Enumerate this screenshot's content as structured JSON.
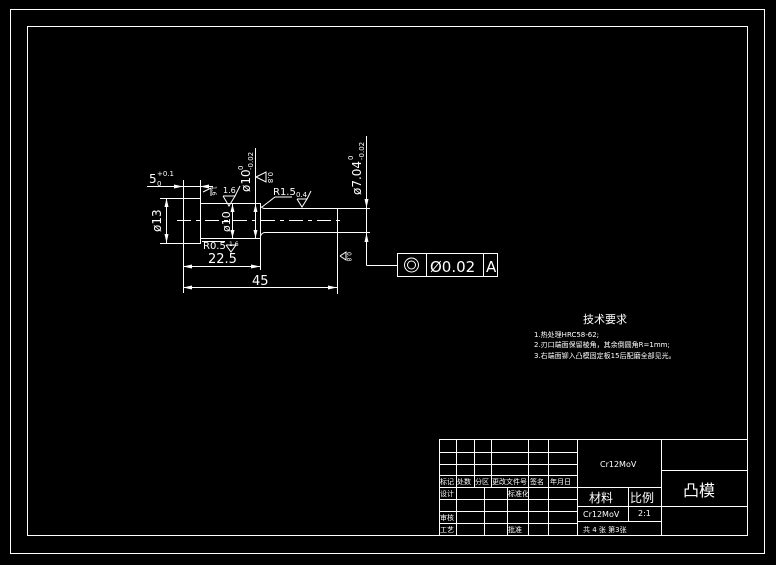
{
  "drawing": {
    "dimensions": {
      "d5": "5",
      "d5_tol_upper": "+0.1",
      "d5_tol_lower": "0",
      "d13": "ø13",
      "d10_inner": "ø10",
      "d10_outer": "ø10",
      "d10_tol_upper": "0",
      "d10_tol_lower": "-0.02",
      "d7": "ø7.04",
      "d7_tol_upper": "0",
      "d7_tol_lower": "-0.02",
      "len_22_5": "22.5",
      "len_45": "45",
      "r1_5": "R1.5",
      "r0_5": "R0.5"
    },
    "roughness": {
      "r1": "1.6",
      "r2": "0.4",
      "r3": "0.8",
      "r4": "1.6",
      "r5": "1.6",
      "r6": "0.8"
    },
    "tolerance_frame": {
      "symbol": "◎",
      "value": "Ø0.02",
      "datum": "A"
    },
    "tech_requirements": {
      "title": "技术要求",
      "items": [
        "1.热处理HRC58-62;",
        "2.刃口端面保留棱角，其余倒圆角R=1mm;",
        "3.右端面铆入凸模固定板15后配磨全部见光。"
      ]
    }
  },
  "title_block": {
    "material_top": "Cr12MoV",
    "part_name": "凸模",
    "material_label": "材料",
    "scale_label": "比例",
    "material_value": "Cr12MoV",
    "scale_value": "2:1",
    "sheet_info": "共 4 张 第3张",
    "headers": [
      "标记",
      "处数",
      "分区",
      "更改文件号",
      "签名",
      "年月日"
    ],
    "design": "设计",
    "standardize": "标准化",
    "review": "审核",
    "process": "工艺",
    "approve": "批准"
  }
}
